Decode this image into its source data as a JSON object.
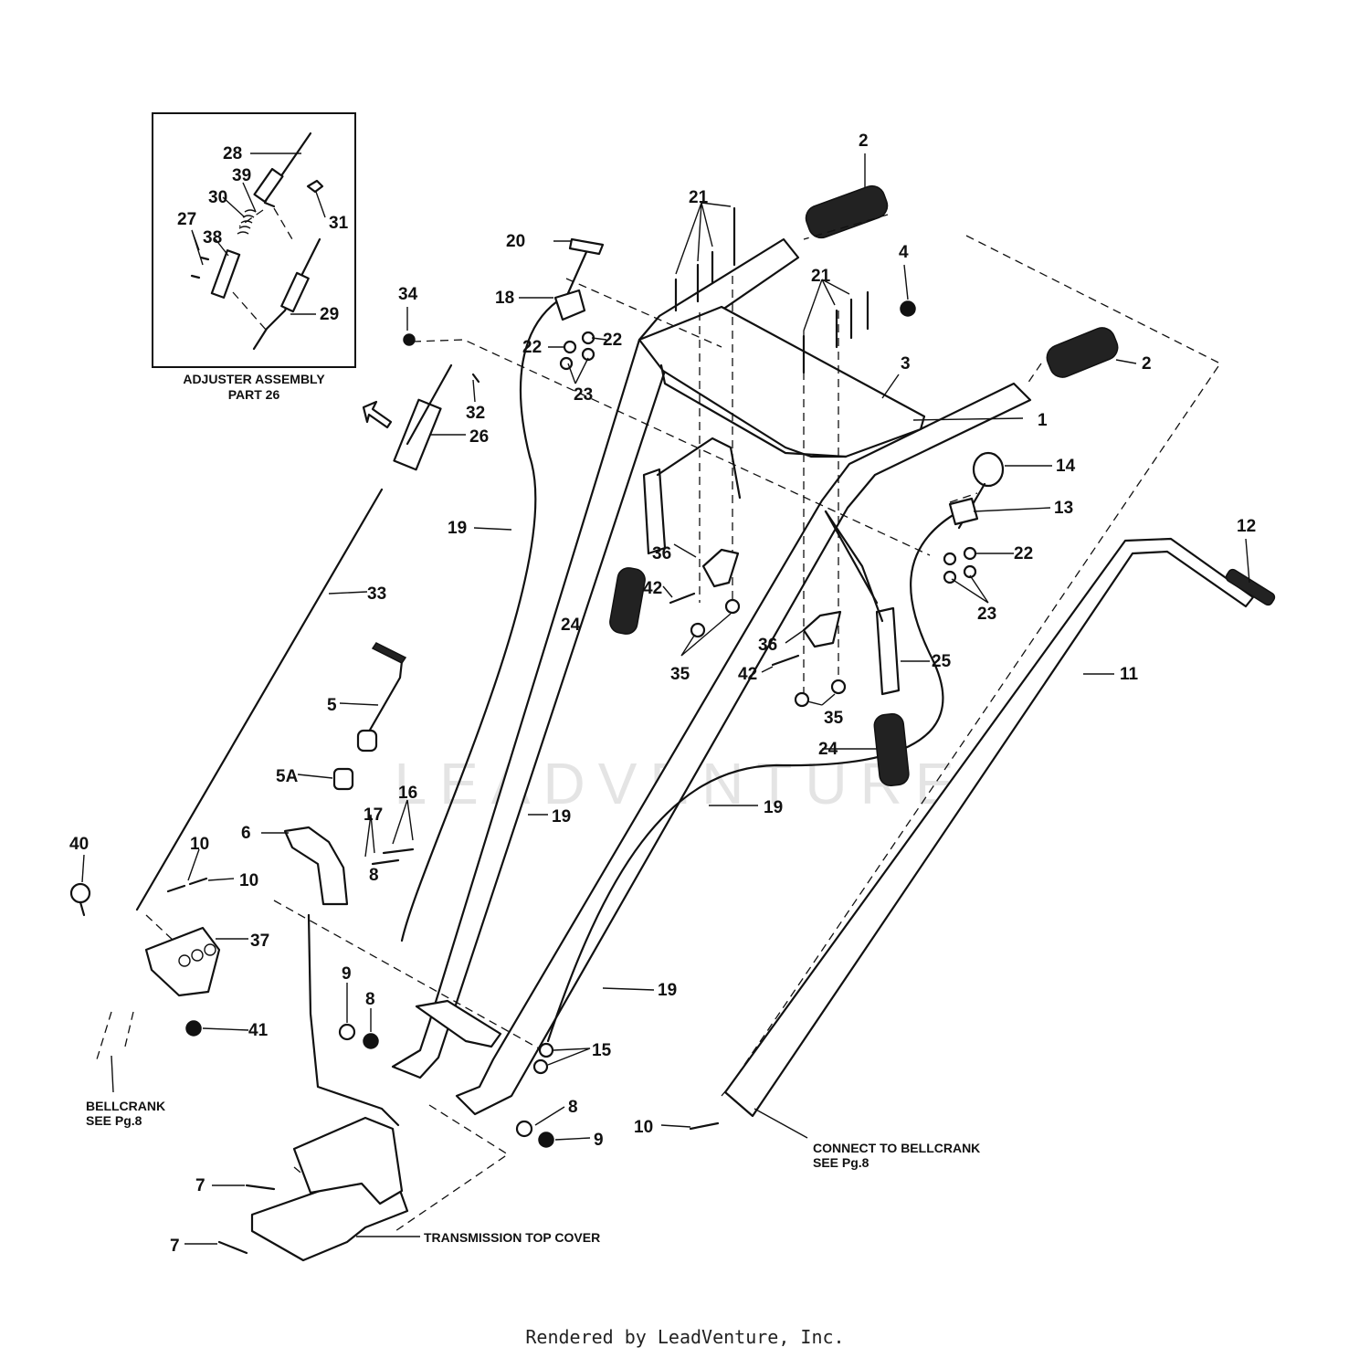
{
  "callouts": [
    {
      "id": "c1",
      "text": "1"
    },
    {
      "id": "c2a",
      "text": "2"
    },
    {
      "id": "c2b",
      "text": "2"
    },
    {
      "id": "c3",
      "text": "3"
    },
    {
      "id": "c4",
      "text": "4"
    },
    {
      "id": "c5",
      "text": "5"
    },
    {
      "id": "c5a",
      "text": "5A"
    },
    {
      "id": "c6",
      "text": "6"
    },
    {
      "id": "c7a",
      "text": "7"
    },
    {
      "id": "c7b",
      "text": "7"
    },
    {
      "id": "c8a",
      "text": "8"
    },
    {
      "id": "c8b",
      "text": "8"
    },
    {
      "id": "c8c",
      "text": "8"
    },
    {
      "id": "c9a",
      "text": "9"
    },
    {
      "id": "c9b",
      "text": "9"
    },
    {
      "id": "c10a",
      "text": "10"
    },
    {
      "id": "c10b",
      "text": "10"
    },
    {
      "id": "c10c",
      "text": "10"
    },
    {
      "id": "c11",
      "text": "11"
    },
    {
      "id": "c12",
      "text": "12"
    },
    {
      "id": "c13",
      "text": "13"
    },
    {
      "id": "c14",
      "text": "14"
    },
    {
      "id": "c15",
      "text": "15"
    },
    {
      "id": "c16",
      "text": "16"
    },
    {
      "id": "c17",
      "text": "17"
    },
    {
      "id": "c18",
      "text": "18"
    },
    {
      "id": "c19a",
      "text": "19"
    },
    {
      "id": "c19b",
      "text": "19"
    },
    {
      "id": "c19c",
      "text": "19"
    },
    {
      "id": "c19d",
      "text": "19"
    },
    {
      "id": "c20",
      "text": "20"
    },
    {
      "id": "c21a",
      "text": "21"
    },
    {
      "id": "c21b",
      "text": "21"
    },
    {
      "id": "c22a",
      "text": "22"
    },
    {
      "id": "c22b",
      "text": "22"
    },
    {
      "id": "c22c",
      "text": "22"
    },
    {
      "id": "c23a",
      "text": "23"
    },
    {
      "id": "c23b",
      "text": "23"
    },
    {
      "id": "c24a",
      "text": "24"
    },
    {
      "id": "c24b",
      "text": "24"
    },
    {
      "id": "c25",
      "text": "25"
    },
    {
      "id": "c26",
      "text": "26"
    },
    {
      "id": "c27",
      "text": "27"
    },
    {
      "id": "c28",
      "text": "28"
    },
    {
      "id": "c29",
      "text": "29"
    },
    {
      "id": "c30",
      "text": "30"
    },
    {
      "id": "c31",
      "text": "31"
    },
    {
      "id": "c32",
      "text": "32"
    },
    {
      "id": "c33",
      "text": "33"
    },
    {
      "id": "c34",
      "text": "34"
    },
    {
      "id": "c35a",
      "text": "35"
    },
    {
      "id": "c35b",
      "text": "35"
    },
    {
      "id": "c36a",
      "text": "36"
    },
    {
      "id": "c36b",
      "text": "36"
    },
    {
      "id": "c37",
      "text": "37"
    },
    {
      "id": "c38",
      "text": "38"
    },
    {
      "id": "c39",
      "text": "39"
    },
    {
      "id": "c40",
      "text": "40"
    },
    {
      "id": "c41",
      "text": "41"
    },
    {
      "id": "c42a",
      "text": "42"
    },
    {
      "id": "c42b",
      "text": "42"
    }
  ],
  "notes": {
    "adjuster_line1": "ADJUSTER ASSEMBLY",
    "adjuster_line2": "PART 26",
    "bellcrank_line1": "BELLCRANK",
    "bellcrank_line2": "SEE Pg.8",
    "connect_line1": "CONNECT TO BELLCRANK",
    "connect_line2": "SEE Pg.8",
    "transmission": "TRANSMISSION TOP COVER"
  },
  "watermark": "LEADVENTURE",
  "footer": "Rendered by LeadVenture, Inc."
}
